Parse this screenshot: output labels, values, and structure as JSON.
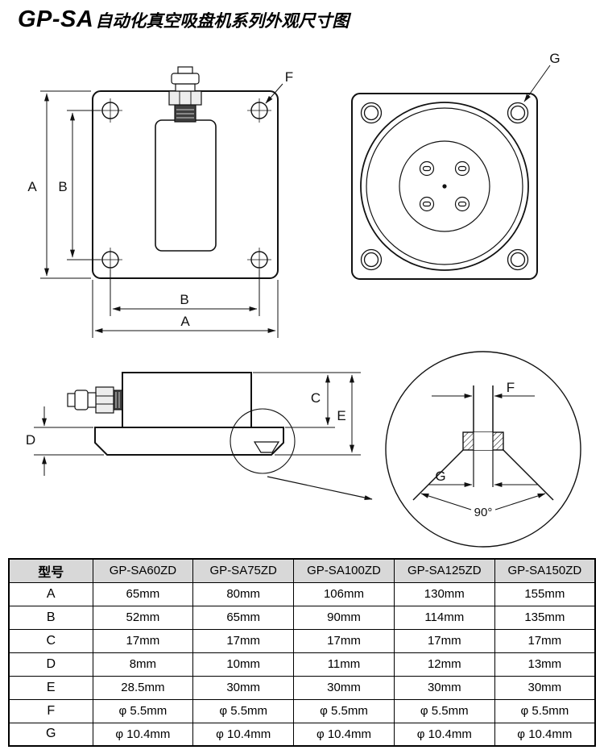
{
  "page": {
    "title_brand": "GP-SA",
    "title_rest": "自动化真空吸盘机系列外观尺寸图"
  },
  "drawing": {
    "labels": {
      "A": "A",
      "B": "B",
      "C": "C",
      "D": "D",
      "E": "E",
      "F": "F",
      "G": "G",
      "angle_90": "90°"
    }
  },
  "table": {
    "header": [
      "型号",
      "GP-SA60ZD",
      "GP-SA75ZD",
      "GP-SA100ZD",
      "GP-SA125ZD",
      "GP-SA150ZD"
    ],
    "rows": [
      {
        "param": "A",
        "values": [
          "65mm",
          "80mm",
          "106mm",
          "130mm",
          "155mm"
        ]
      },
      {
        "param": "B",
        "values": [
          "52mm",
          "65mm",
          "90mm",
          "114mm",
          "135mm"
        ]
      },
      {
        "param": "C",
        "values": [
          "17mm",
          "17mm",
          "17mm",
          "17mm",
          "17mm"
        ]
      },
      {
        "param": "D",
        "values": [
          "8mm",
          "10mm",
          "11mm",
          "12mm",
          "13mm"
        ]
      },
      {
        "param": "E",
        "values": [
          "28.5mm",
          "30mm",
          "30mm",
          "30mm",
          "30mm"
        ]
      },
      {
        "param": "F",
        "values": [
          "φ 5.5mm",
          "φ 5.5mm",
          "φ 5.5mm",
          "φ 5.5mm",
          "φ 5.5mm"
        ]
      },
      {
        "param": "G",
        "values": [
          "φ 10.4mm",
          "φ 10.4mm",
          "φ 10.4mm",
          "φ 10.4mm",
          "φ 10.4mm"
        ]
      }
    ]
  }
}
